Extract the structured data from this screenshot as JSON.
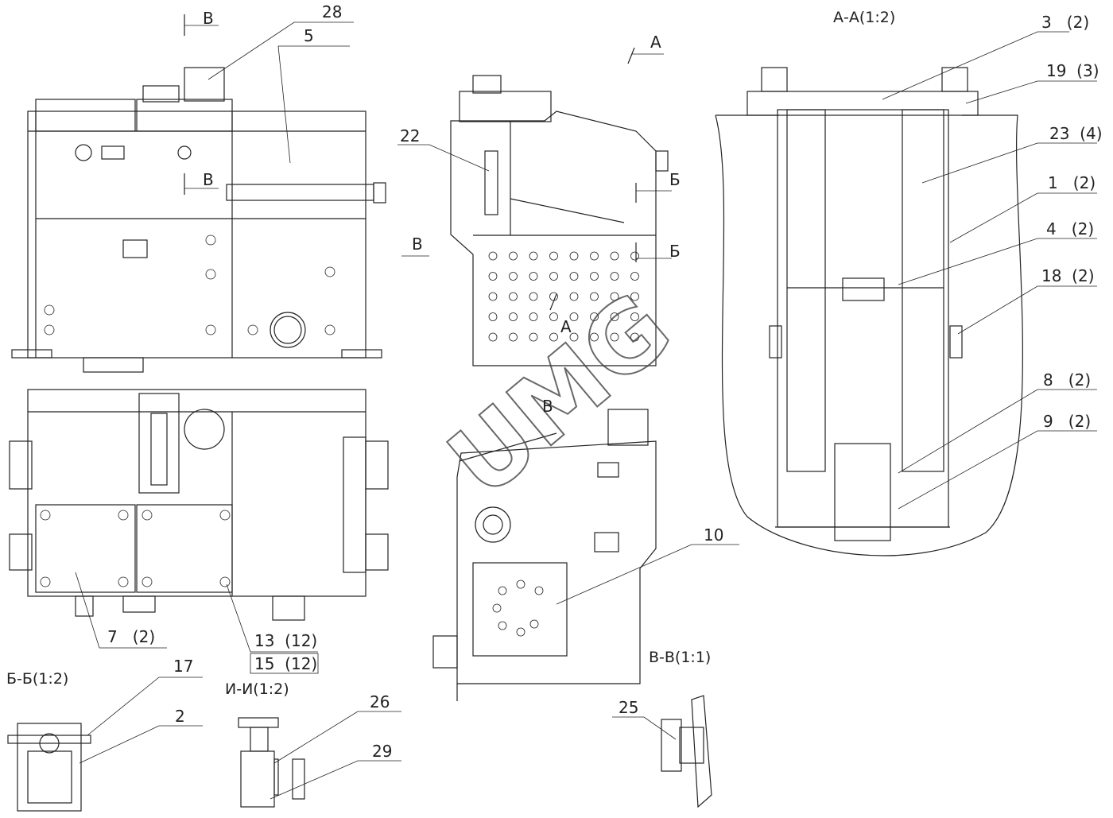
{
  "drawing": {
    "watermark": "UMG",
    "section_titles": {
      "aa": "А-А(1:2)",
      "bb": "Б-Б(1:2)",
      "ii": "И-И(1:2)",
      "vv": "В-В(1:1)"
    },
    "section_markers": {
      "v_top": "В",
      "v_mid": "В",
      "v_side": "В",
      "a_top": "А",
      "b_1": "Б",
      "b_2": "Б",
      "a_center": "А",
      "v_bottom": "В"
    },
    "callouts": [
      {
        "label": "28"
      },
      {
        "label": "5"
      },
      {
        "label": "22"
      },
      {
        "label": "10"
      },
      {
        "label": "3   (2)"
      },
      {
        "label": "19  (3)"
      },
      {
        "label": "23  (4)"
      },
      {
        "label": "1   (2)"
      },
      {
        "label": "4   (2)"
      },
      {
        "label": "18  (2)"
      },
      {
        "label": "8   (2)"
      },
      {
        "label": "9   (2)"
      },
      {
        "label": "7   (2)"
      },
      {
        "label": "13  (12)"
      },
      {
        "label": "15  (12)"
      },
      {
        "label": "17"
      },
      {
        "label": "2"
      },
      {
        "label": "26"
      },
      {
        "label": "29"
      },
      {
        "label": "25"
      }
    ]
  }
}
